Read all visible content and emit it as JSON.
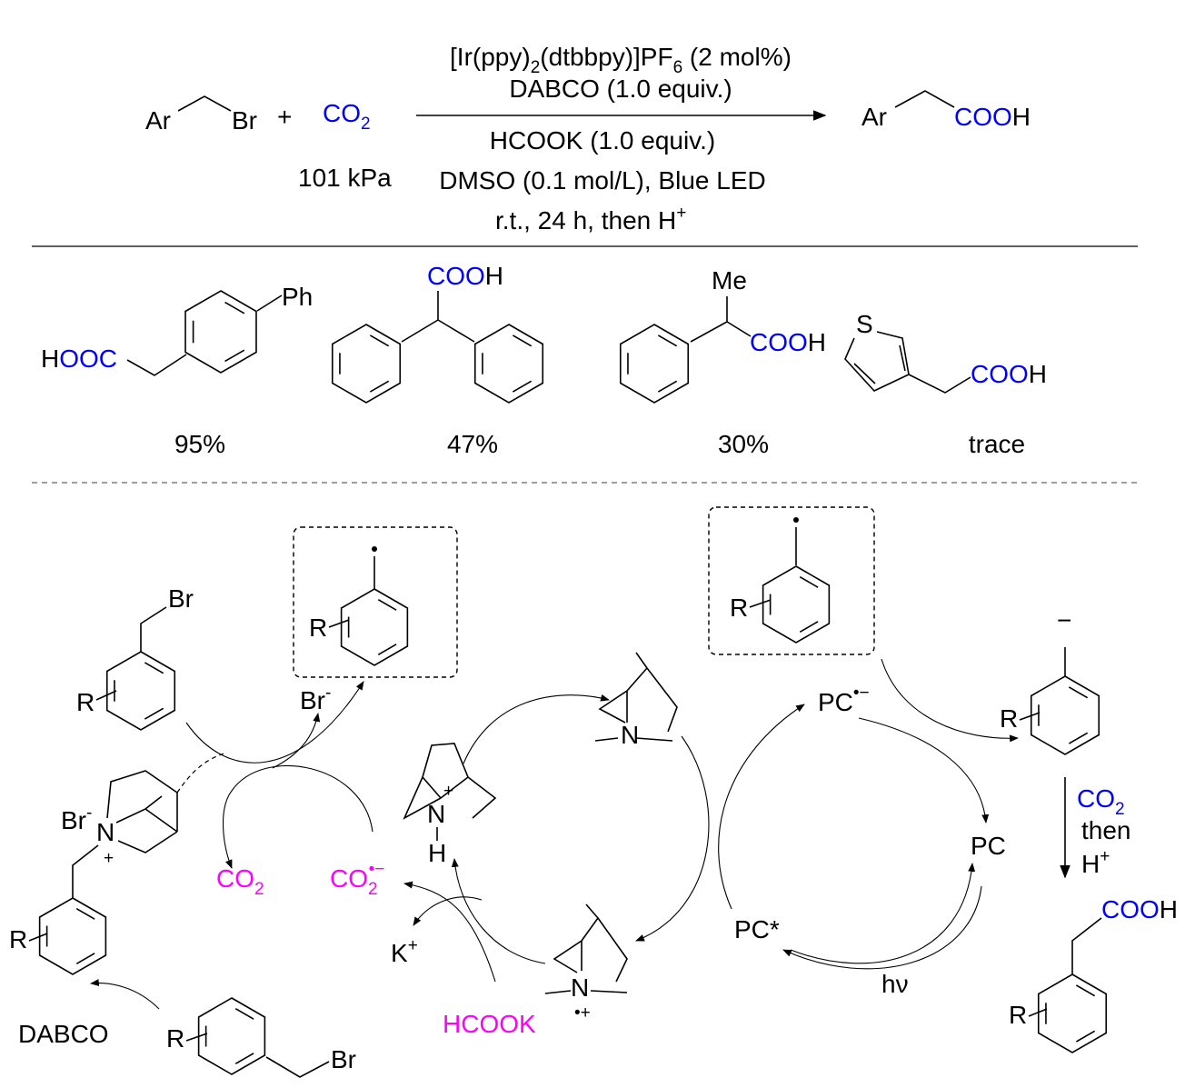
{
  "colors": {
    "reagent_blue": "#0000ff",
    "species_magenta": "#ff00ff",
    "ink": "#000000"
  },
  "reaction": {
    "reactant_ar": "Ar",
    "reactant_br": "Br",
    "plus": "+",
    "co2_main": "CO",
    "co2_sub": "2",
    "pressure": "101 kPa",
    "catalyst_main": "[Ir(ppy)",
    "catalyst_sub1": "2",
    "catalyst_mid": "(dtbbpy)]PF",
    "catalyst_sub2": "6",
    "catalyst_end": " (2 mol%)",
    "base": "DABCO (1.0 equiv.)",
    "reductant": "HCOOK (1.0 equiv.)",
    "solvent": "DMSO (0.1 mol/L), Blue LED",
    "conditions_main": "r.t., 24 h, then H",
    "conditions_sup": "+",
    "product_ar": "Ar",
    "product_coo": "COO",
    "product_h": "H"
  },
  "examples": [
    {
      "group1": "H",
      "group2": "OOC",
      "sub": "Ph",
      "yield": "95%"
    },
    {
      "group1": "COO",
      "group2": "H",
      "yield": "47%"
    },
    {
      "group0": "Me",
      "group1": "COO",
      "group2": "H",
      "yield": "30%"
    },
    {
      "hetero": "S",
      "group1": "COO",
      "group2": "H",
      "yield": "trace"
    }
  ],
  "mechanism": {
    "br": "Br",
    "r": "R",
    "br_anion_main": "Br",
    "br_anion_sup": "-",
    "n": "N",
    "plus": "+",
    "h": "H",
    "dabco": "DABCO",
    "co2_main": "CO",
    "co2_sub": "2",
    "co2_rad_sup": "•−",
    "k_main": "K",
    "k_sup": "+",
    "hcook": "HCOOK",
    "rad_cation": "•+",
    "pc_rad_main": "PC",
    "pc_rad_sup": "•−",
    "pc": "PC",
    "pc_star": "PC*",
    "hv": "hν",
    "minus": "−",
    "step_co2_main": "CO",
    "step_co2_sub": "2",
    "step_then": "then",
    "step_h_main": "H",
    "step_h_sup": "+",
    "final_coo": "COO",
    "final_h": "H"
  }
}
